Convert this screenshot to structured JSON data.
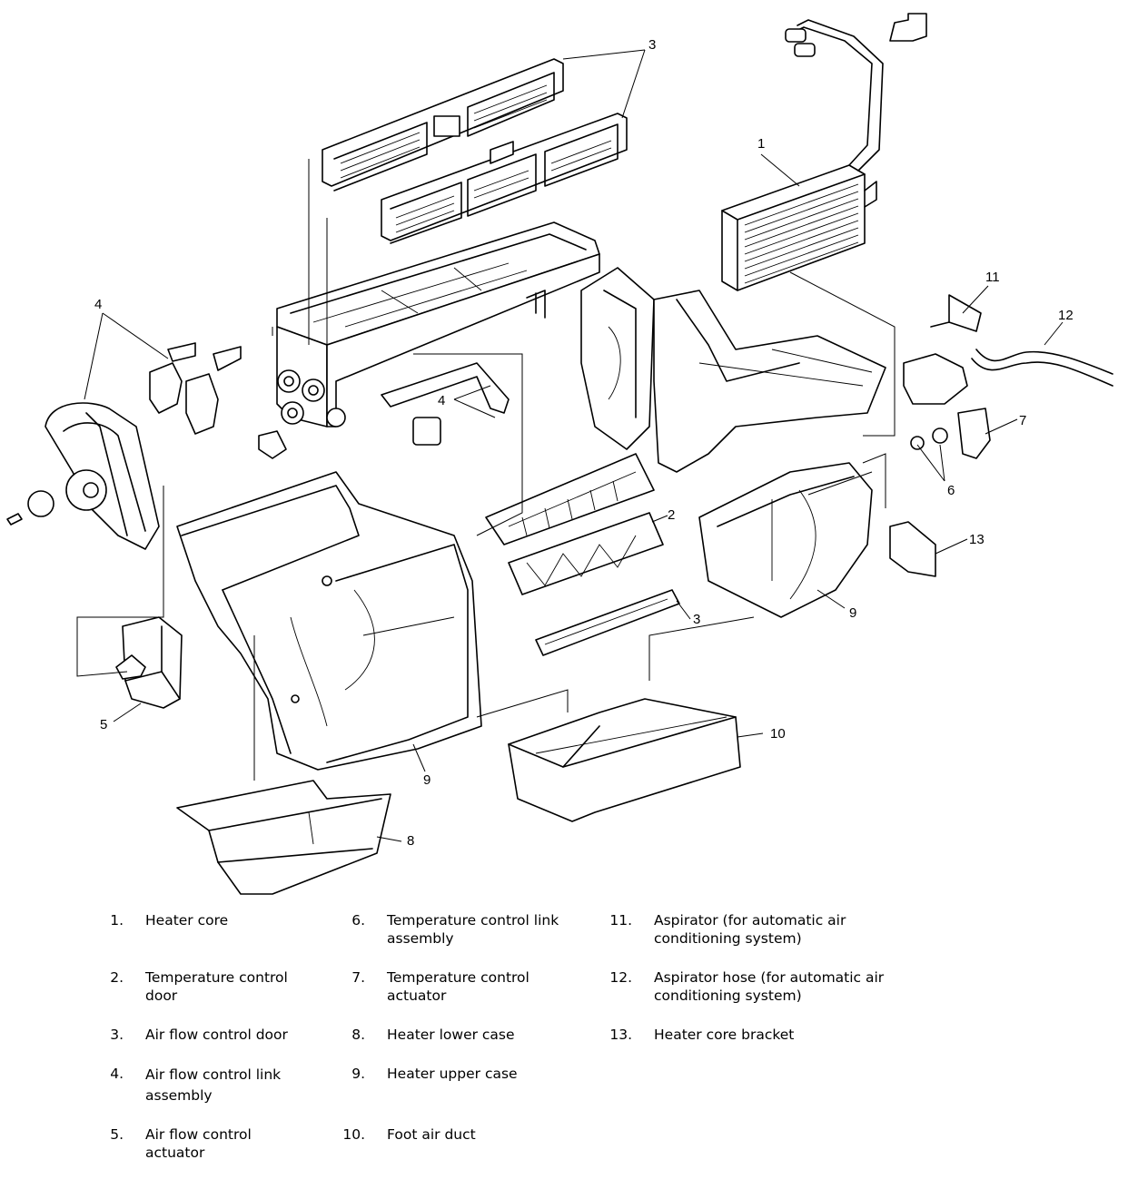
{
  "callouts": [
    "1",
    "2",
    "3",
    "4",
    "5",
    "6",
    "7",
    "8",
    "9",
    "10",
    "11",
    "12",
    "13"
  ],
  "legend": [
    {
      "num": "1.",
      "text": "Heater core"
    },
    {
      "num": "2.",
      "text": "Temperature control door"
    },
    {
      "num": "3.",
      "text": "Air flow control door"
    },
    {
      "num": "4.",
      "text": "Air flow control link assembly"
    },
    {
      "num": "5.",
      "text": "Air flow control actuator"
    },
    {
      "num": "6.",
      "text": "Temperature control link assembly"
    },
    {
      "num": "7.",
      "text": "Temperature control actuator"
    },
    {
      "num": "8.",
      "text": "Heater lower case"
    },
    {
      "num": "9.",
      "text": "Heater upper case"
    },
    {
      "num": "10.",
      "text": "Foot air duct"
    },
    {
      "num": "11.",
      "text": "Aspirator (for automatic air conditioning system)"
    },
    {
      "num": "12.",
      "text": "Aspirator hose (for automatic air conditioning system)"
    },
    {
      "num": "13.",
      "text": "Heater core bracket"
    }
  ]
}
